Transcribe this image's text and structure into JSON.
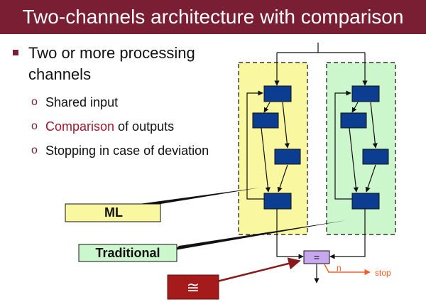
{
  "title": "Two-channels architecture with comparison",
  "bullets": {
    "main": "Two or more processing channels",
    "sub": [
      {
        "text": "Shared input"
      },
      {
        "highlight": "Comparison",
        "text": " of outputs"
      },
      {
        "text": "Stopping in case of deviation"
      }
    ]
  },
  "diagram": {
    "labels": {
      "ml": "ML",
      "traditional": "Traditional",
      "comparator": "=",
      "approx": "≅",
      "no": "n",
      "stop": "stop"
    },
    "colors": {
      "title_bg": "#7a1f33",
      "ml_fill": "#f9f8a0",
      "traditional_fill": "#ccf6cc",
      "block": "#0b3d91",
      "comparator_fill": "#c6a8ee",
      "approx_fill": "#a51b1b",
      "stop_arrow": "#ff5a1f"
    }
  }
}
